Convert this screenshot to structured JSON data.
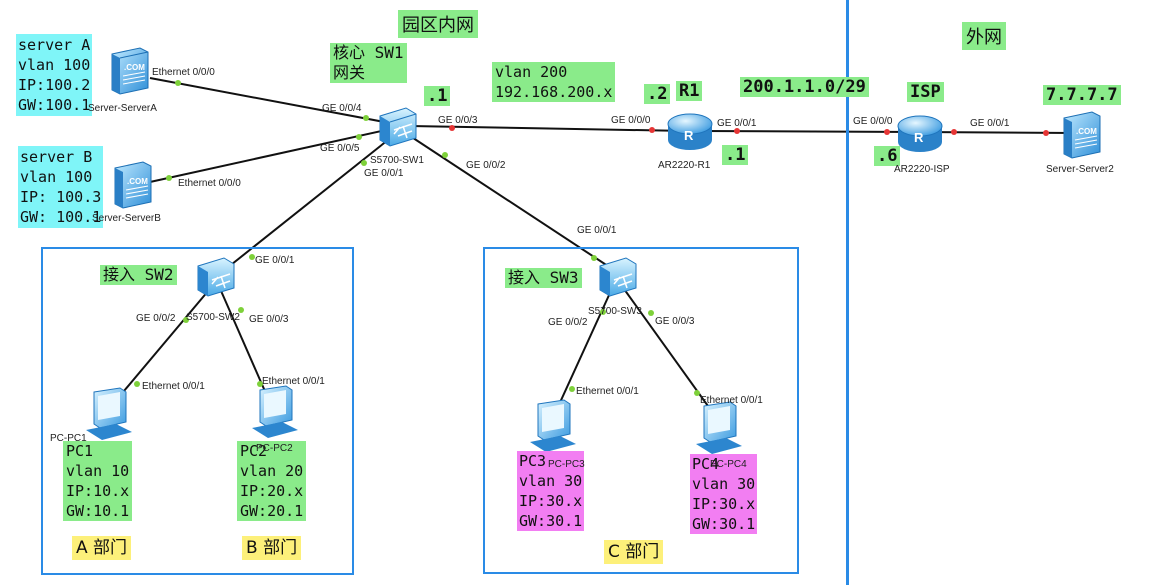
{
  "regions": {
    "campus_title": "园区内网",
    "external_title": "外网"
  },
  "devices": {
    "server_a": "Server-ServerA",
    "server_b": "Server-ServerB",
    "core_sw": "S5700-SW1",
    "sw2": "S5700-SW2",
    "sw3": "S5700-SW3",
    "r1": "AR2220-R1",
    "isp": "AR2220-ISP",
    "server2": "Server-Server2",
    "pc1": "PC-PC1",
    "pc2": "PC-PC2",
    "pc3": "PC-PC3",
    "pc4": "PC-PC4"
  },
  "notes": {
    "server_a": "server A\nvlan 100\nIP:100.2\nGW:100.1",
    "server_b": "server B\nvlan 100\nIP: 100.3\nGW: 100.1",
    "core": "核心 SW1\n网关",
    "core_ip": ".1",
    "vlan200": "vlan 200\n192.168.200.x",
    "r1_left": ".2",
    "r1_title": "R1",
    "r1_right": ".1",
    "wan_net": "200.1.1.0/29",
    "isp_title": "ISP",
    "isp_ip": ".6",
    "server2_ip": "7.7.7.7",
    "sw2_title": "接入 SW2",
    "sw3_title": "接入 SW3",
    "pc1": "PC1\nvlan 10\nIP:10.x\nGW:10.1",
    "pc2": "PC2\nvlan 20\nIP:20.x\nGW:20.1",
    "pc3": "PC3\nvlan 30\nIP:30.x\nGW:30.1",
    "pc4": "PC4\nvlan 30\nIP:30.x\nGW:30.1",
    "dept_a": "A 部门",
    "dept_b": "B 部门",
    "dept_c": "C 部门"
  },
  "ports": {
    "sa_eth": "Ethernet 0/0/0",
    "sb_eth": "Ethernet 0/0/0",
    "sw1_ge004": "GE 0/0/4",
    "sw1_ge005": "GE 0/0/5",
    "sw1_ge003": "GE 0/0/3",
    "sw1_ge001": "GE 0/0/1",
    "sw1_ge002": "GE 0/0/2",
    "r1_ge000": "GE 0/0/0",
    "r1_ge001": "GE 0/0/1",
    "isp_ge000": "GE 0/0/0",
    "isp_ge001": "GE 0/0/1",
    "sw2_ge001": "GE 0/0/1",
    "sw2_ge002": "GE 0/0/2",
    "sw2_ge003": "GE 0/0/3",
    "sw3_ge001": "GE 0/0/1",
    "sw3_ge002": "GE 0/0/2",
    "sw3_ge003": "GE 0/0/3",
    "pc1_eth": "Ethernet 0/0/1",
    "pc2_eth": "Ethernet 0/0/1",
    "pc3_eth": "Ethernet 0/0/1",
    "pc4_eth": "Ethernet 0/0/1"
  }
}
